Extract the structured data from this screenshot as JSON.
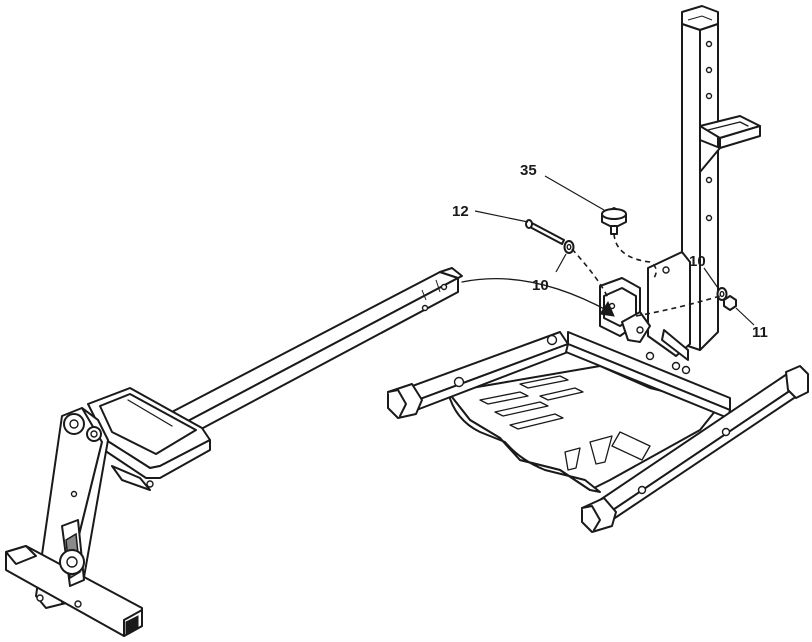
{
  "diagram": {
    "callouts": [
      {
        "id": "c35",
        "label": "35"
      },
      {
        "id": "c12",
        "label": "12"
      },
      {
        "id": "c10a",
        "label": "10"
      },
      {
        "id": "c10b",
        "label": "10"
      },
      {
        "id": "c11",
        "label": "11"
      }
    ]
  }
}
